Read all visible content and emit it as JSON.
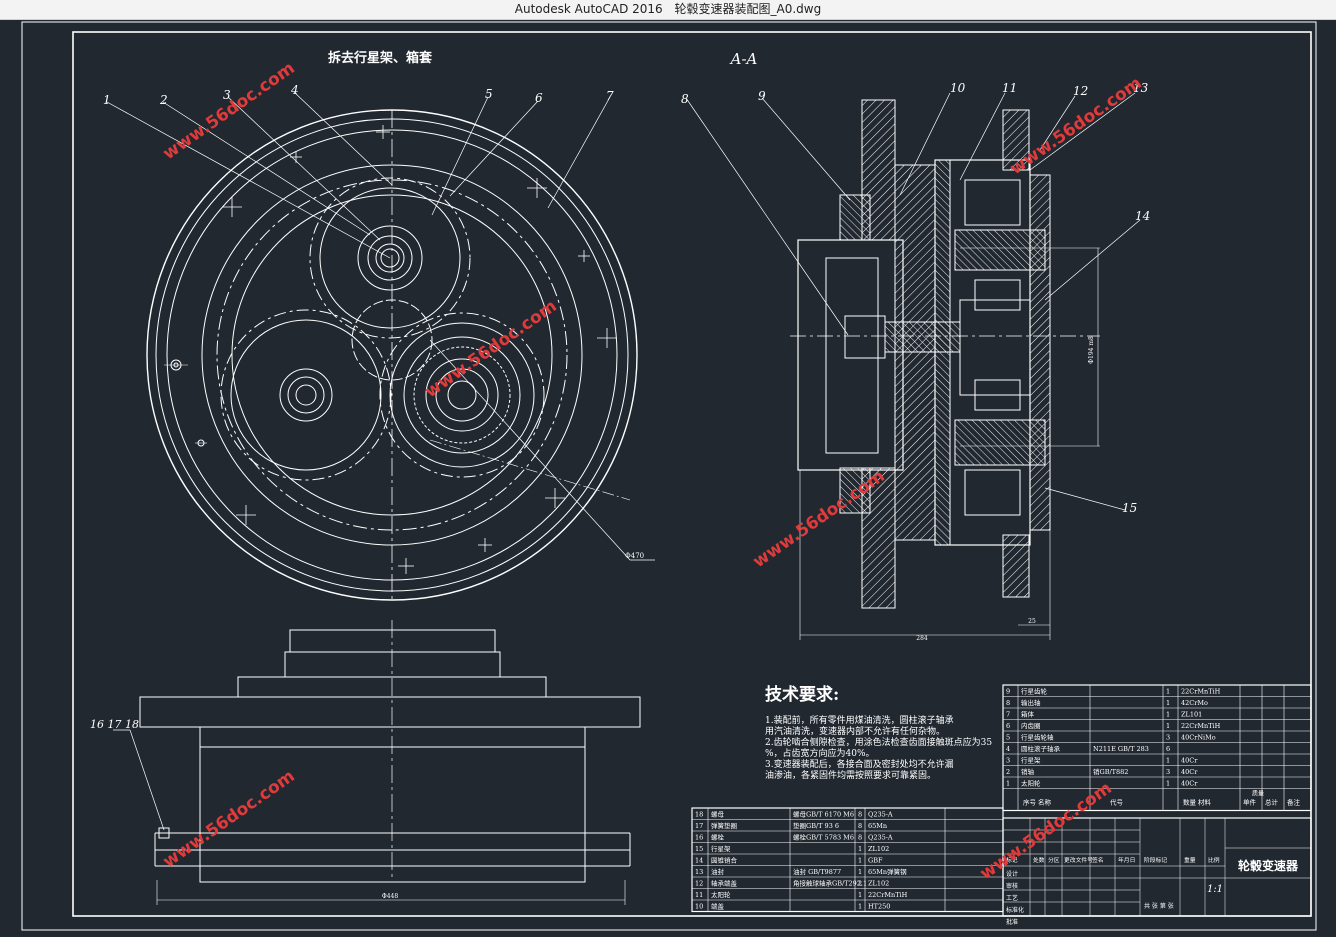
{
  "app": {
    "name": "Autodesk AutoCAD 2016",
    "filename": "轮毂变速器装配图_A0.dwg"
  },
  "drawing": {
    "front_view_title": "拆去行星架、箱套",
    "section_title": "A-A",
    "leaders_front": [
      "1",
      "2",
      "3",
      "4",
      "5",
      "6",
      "7"
    ],
    "leaders_section": [
      "8",
      "9",
      "10",
      "11",
      "12",
      "13",
      "14",
      "15"
    ],
    "leaders_bottom": "16 17 18",
    "dim_front_dia": "Φ470",
    "dim_bottom_width": "Φ448",
    "dim_section_height": "Φ194 m8",
    "dim_section_width": "284",
    "dim_section_small": "25",
    "tech_title": "技术要求:",
    "tech_lines": [
      "1.装配前，所有零件用煤油清洗，圆柱滚子轴承",
      "用汽油清洗，变速器内部不允许有任何杂物。",
      "2.齿轮啮合侧隙检查，用涂色法检查齿面接触斑点应为35",
      "%，占齿宽方向应为40%。",
      "3.变速器装配后，各接合面及密封处均不允许漏",
      "油渗油，各紧固件均需按照要求可靠紧固。"
    ],
    "bom_upper": [
      {
        "no": "9",
        "name": "行星齿轮",
        "code": "",
        "qty": "1",
        "material": "22CrMnTiH"
      },
      {
        "no": "8",
        "name": "输出轴",
        "code": "",
        "qty": "1",
        "material": "42CrMo"
      },
      {
        "no": "7",
        "name": "箱体",
        "code": "",
        "qty": "1",
        "material": "ZL101"
      },
      {
        "no": "6",
        "name": "内齿圈",
        "code": "",
        "qty": "1",
        "material": "22CrMnTiH"
      },
      {
        "no": "5",
        "name": "行星齿轮轴",
        "code": "",
        "qty": "3",
        "material": "40CrNiMo"
      },
      {
        "no": "4",
        "name": "圆柱滚子轴承",
        "code": "N211E GB/T 283",
        "qty": "6",
        "material": ""
      },
      {
        "no": "3",
        "name": "行星架",
        "code": "",
        "qty": "1",
        "material": "40Cr"
      },
      {
        "no": "2",
        "name": "销轴",
        "code": "销GB/T882",
        "qty": "3",
        "material": "40Cr"
      },
      {
        "no": "1",
        "name": "太阳轮",
        "code": "",
        "qty": "1",
        "material": "40Cr"
      }
    ],
    "bom_upper_header": [
      "序号",
      "名称",
      "代号",
      "数量",
      "材料",
      "单件",
      "总计",
      "备注"
    ],
    "bom_upper_header_extra": "质量",
    "bom_lower": [
      {
        "no": "18",
        "name": "螺母",
        "code": "螺母GB/T 6170 M6",
        "qty": "8",
        "material": "Q235-A"
      },
      {
        "no": "17",
        "name": "弹簧垫圈",
        "code": "垫圈GB/T 93 6",
        "qty": "8",
        "material": "65Mn"
      },
      {
        "no": "16",
        "name": "螺栓",
        "code": "螺栓GB/T 5783 M6",
        "qty": "8",
        "material": "Q235-A"
      },
      {
        "no": "15",
        "name": "行星架",
        "code": "",
        "qty": "1",
        "material": "ZL102"
      },
      {
        "no": "14",
        "name": "圆锥销合",
        "code": "",
        "qty": "1",
        "material": "GBF"
      },
      {
        "no": "13",
        "name": "油封",
        "code": "油封 GB/T9877",
        "qty": "1",
        "material": "65Mn弹簧钢"
      },
      {
        "no": "12",
        "name": "轴承端盖",
        "code": "角接触球轴承GB/T292.1",
        "qty": "2",
        "material": "ZL102"
      },
      {
        "no": "11",
        "name": "太阳轮",
        "code": "",
        "qty": "1",
        "material": "22CrMnTiH"
      },
      {
        "no": "10",
        "name": "端盖",
        "code": "",
        "qty": "1",
        "material": "HT250"
      }
    ],
    "title_block": {
      "product_name": "轮毂变速器",
      "scale": "1:1",
      "labels": [
        "标记",
        "处数",
        "分区",
        "更改文件号",
        "签名",
        "年月日",
        "阶段标记",
        "重量",
        "比例"
      ],
      "rows": [
        "设计",
        "审核",
        "工艺",
        "标准化",
        "批准"
      ],
      "sheet": "共 张 第 张"
    },
    "watermark": "www.56doc.com"
  }
}
